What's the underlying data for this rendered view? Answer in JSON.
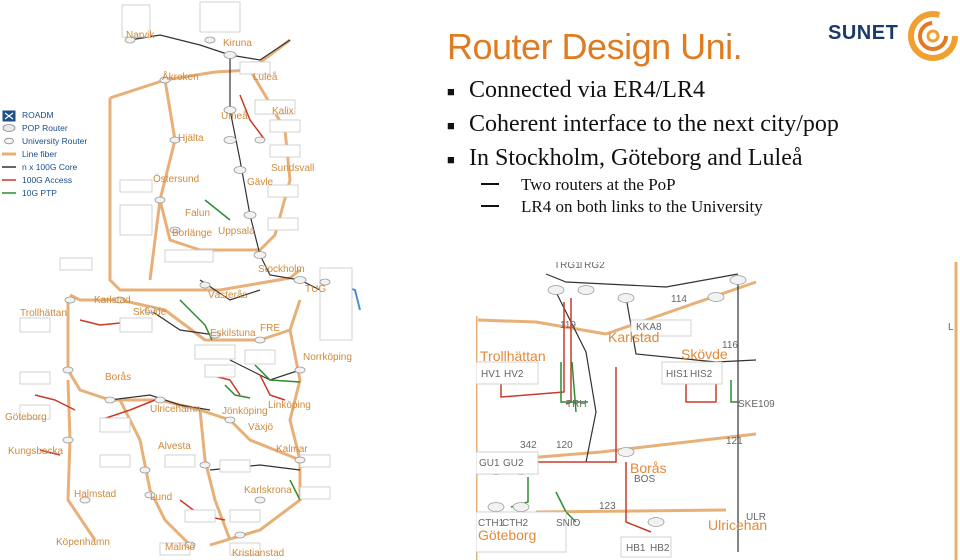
{
  "slide": {
    "title": "Router Design Uni.",
    "bullets": [
      {
        "text": "Connected via ER4/LR4",
        "sub": []
      },
      {
        "text": "Coherent interface to the next city/pop",
        "sub": []
      },
      {
        "text": "In Stockholm, Göteborg and Luleå",
        "sub": [
          "Two routers at the PoP",
          "LR4 on both links to the University"
        ]
      }
    ]
  },
  "logo": {
    "text": "SUNET"
  },
  "legend": [
    {
      "label": "ROADM",
      "icon": "roadm-icon",
      "color": "#1a4f8a"
    },
    {
      "label": "POP Router",
      "icon": "router-icon",
      "color": "#9a9a9a"
    },
    {
      "label": "University Router",
      "icon": "router-small-icon",
      "color": "#9a9a9a"
    },
    {
      "label": "Line fiber",
      "icon": "line-fiber-icon",
      "color": "#e8b078"
    },
    {
      "label": "n x 100G Core",
      "icon": "core-link-icon",
      "color": "#333333"
    },
    {
      "label": "100G Access",
      "icon": "access-link-icon",
      "color": "#c83a2a"
    },
    {
      "label": "10G PTP",
      "icon": "ptp-link-icon",
      "color": "#2e8b2e"
    }
  ],
  "map": {
    "cities": [
      {
        "name": "Narvik"
      },
      {
        "name": "Kiruna"
      },
      {
        "name": "Åkroken"
      },
      {
        "name": "Luleå"
      },
      {
        "name": "Kalix"
      },
      {
        "name": "Umeå"
      },
      {
        "name": "Hjälta"
      },
      {
        "name": "Östersund"
      },
      {
        "name": "Sundsvall"
      },
      {
        "name": "Gävle"
      },
      {
        "name": "Falun"
      },
      {
        "name": "Borlänge"
      },
      {
        "name": "Uppsala"
      },
      {
        "name": "Stockholm"
      },
      {
        "name": "TUG"
      },
      {
        "name": "Karlstad"
      },
      {
        "name": "Västerås"
      },
      {
        "name": "Skövde"
      },
      {
        "name": "Trollhättan"
      },
      {
        "name": "Eskilstuna"
      },
      {
        "name": "FRE"
      },
      {
        "name": "Norrköping"
      },
      {
        "name": "Borås"
      },
      {
        "name": "Linköping"
      },
      {
        "name": "Jönköping"
      },
      {
        "name": "Ulricehamn"
      },
      {
        "name": "Göteborg"
      },
      {
        "name": "Växjö"
      },
      {
        "name": "Alvesta"
      },
      {
        "name": "Kalmar"
      },
      {
        "name": "Kungsbacka"
      },
      {
        "name": "Halmstad"
      },
      {
        "name": "Lund"
      },
      {
        "name": "Karlskrona"
      },
      {
        "name": "Köpenhamn"
      },
      {
        "name": "Malmö"
      },
      {
        "name": "Kristianstad"
      }
    ]
  },
  "zoom": {
    "labels": {
      "tr": "TRG1",
      "tr2": "TRG2",
      "kka": "KKA8",
      "karlstad": "Karlstad",
      "l114": "114",
      "l119": "119",
      "l116": "116",
      "l342": "342",
      "l120": "120",
      "l121": "121",
      "l123": "123",
      "trollhattan": "Trollhättan",
      "hv1": "HV1",
      "hv2": "HV2",
      "skovde": "Skövde",
      "his1": "HIS1",
      "his2": "HIS2",
      "trh": "TRH",
      "ske": "SKE109",
      "gu1": "GU1",
      "gu2": "GU2",
      "boras": "Borås",
      "bos": "BOS",
      "cth1": "CTH1",
      "cth2": "CTH2",
      "goteborg": "Göteborg",
      "snio": "SNIO",
      "ulr": "ULR",
      "ulricehamn": "Ulricehan",
      "hb1": "HB1",
      "hb2": "HB2",
      "edge": "L"
    }
  }
}
